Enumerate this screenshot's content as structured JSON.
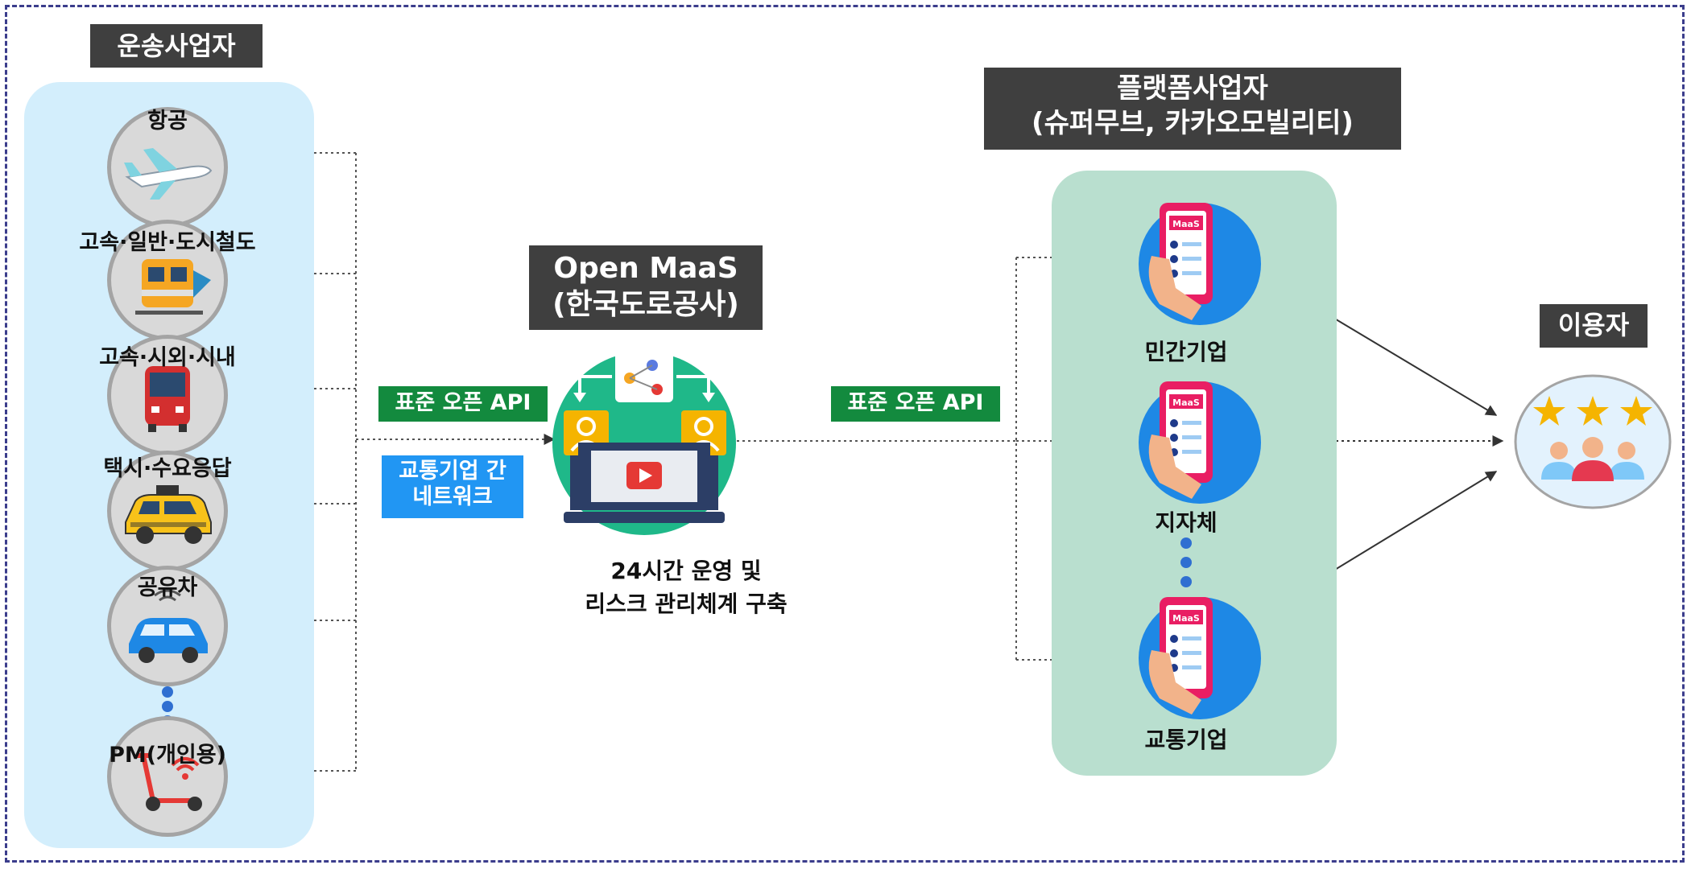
{
  "transport": {
    "title": "운송사업자",
    "modes": [
      {
        "label": "항공",
        "icon": "airplane-icon"
      },
      {
        "label": "고속·일반·도시철도",
        "icon": "train-icon"
      },
      {
        "label": "고속·시외·시내",
        "icon": "bus-icon"
      },
      {
        "label": "택시·수요응답",
        "icon": "taxi-icon"
      },
      {
        "label": "공유차",
        "icon": "shared-car-icon"
      },
      {
        "label": "PM(개인용)",
        "icon": "scooter-icon"
      }
    ]
  },
  "center": {
    "title_line1": "Open MaaS",
    "title_line2": "(한국도로공사)",
    "caption_line1": "24시간 운영 및",
    "caption_line2": "리스크 관리체계 구축",
    "api_left": "표준 오픈 API",
    "network_line1": "교통기업 간",
    "network_line2": "네트워크",
    "api_right": "표준 오픈 API"
  },
  "platform": {
    "title_line1": "플랫폼사업자",
    "title_line2": "(슈퍼무브, 카카오모빌리티)",
    "items": [
      {
        "label": "민간기업",
        "screen_text": "MaaS"
      },
      {
        "label": "지자체",
        "screen_text": "MaaS"
      },
      {
        "label": "교통기업",
        "screen_text": "MaaS"
      }
    ]
  },
  "user": {
    "title": "이용자",
    "icon": "users-rating-icon"
  },
  "colors": {
    "title_bg": "#3f3f3f",
    "transport_panel": "#d3eefc",
    "platform_panel": "#b9dfcf",
    "api_green": "#138a3e",
    "network_blue": "#2196f3",
    "center_circle": "#1fb889",
    "frame": "#3b3d8c"
  }
}
